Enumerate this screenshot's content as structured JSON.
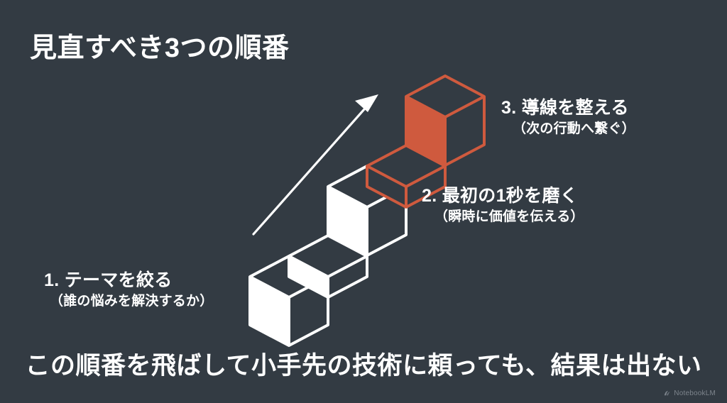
{
  "slide": {
    "title": "見直すべき3つの順番",
    "bottom_message": "この順番を飛ばして小手先の技術に頼っても、結果は出ない",
    "background_color": "#333b43",
    "accent_color": "#cf5a3e",
    "text_color": "#ffffff"
  },
  "steps": [
    {
      "number": "1.",
      "main": "1. テーマを絞る",
      "sub": "（誰の悩みを解決するか）",
      "block_color": "#ffffff"
    },
    {
      "number": "2.",
      "main": "2. 最初の1秒を磨く",
      "sub": "（瞬時に価値を伝える）",
      "block_color": "#ffffff"
    },
    {
      "number": "3.",
      "main": "3. 導線を整える",
      "sub": "（次の行動へ繋ぐ）",
      "block_color": "#cf5a3e"
    }
  ],
  "diagram": {
    "type": "isometric-staircase",
    "arrow_label": "upward growth arrow",
    "arrow_color": "#ffffff",
    "block_count": 6
  },
  "watermark": {
    "label": "NotebookLM",
    "icon": "notebooklm-icon"
  }
}
